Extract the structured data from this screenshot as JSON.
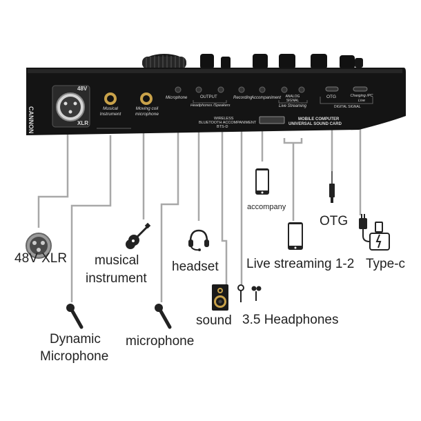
{
  "device": {
    "cannon_label": "CANNON",
    "xlr_label": "XLR",
    "v48_label": "48V",
    "jack_labels": {
      "musical_instrument": "Musical Instrument",
      "moving_coil": "Moving coil microphone",
      "microphone": "Microphone",
      "output": "OUTPUT",
      "headphones_speakers": "Headphones /Speakers",
      "recording": "Recording",
      "accompaniment": "Accompaniment",
      "analog_signal": "ANALOG SIGNAL",
      "live_streaming": "Live Streaming",
      "otg": "OTG",
      "charging": "Charging /PC Live",
      "digital_signal": "DIGITAL SIGNAL"
    },
    "bottom_text": {
      "wireless": "WIRELESS",
      "bluetooth": "BLUETOOTH ACCOMPANIMENT",
      "model": "BTS-D",
      "mobile_computer": "MOBILE COMPUTER",
      "universal": "UNIVERSAL SOUND CARD"
    }
  },
  "callouts": {
    "xlr": "48V XLR",
    "dynamic_line1": "Dynamic",
    "dynamic_line2": "Microphone",
    "instrument_line1": "musical",
    "instrument_line2": "instrument",
    "microphone": "microphone",
    "headset": "headset",
    "sound": "sound",
    "headphones": "3.5 Headphones",
    "accompany": "accompany",
    "live_streaming": "Live streaming 1-2",
    "otg": "OTG",
    "typec": "Type-c"
  },
  "colors": {
    "device_body": "#141414",
    "lines": "#a8a8a8",
    "gold_jack": "#c9a24a"
  },
  "icons": [
    "xlr-connector-icon",
    "dynamic-mic-icon",
    "guitar-icon",
    "handheld-mic-icon",
    "headset-icon",
    "speaker-icon",
    "earphones-icon",
    "phone-icon",
    "phone-icon",
    "otg-cable-icon",
    "typec-charger-icon"
  ]
}
